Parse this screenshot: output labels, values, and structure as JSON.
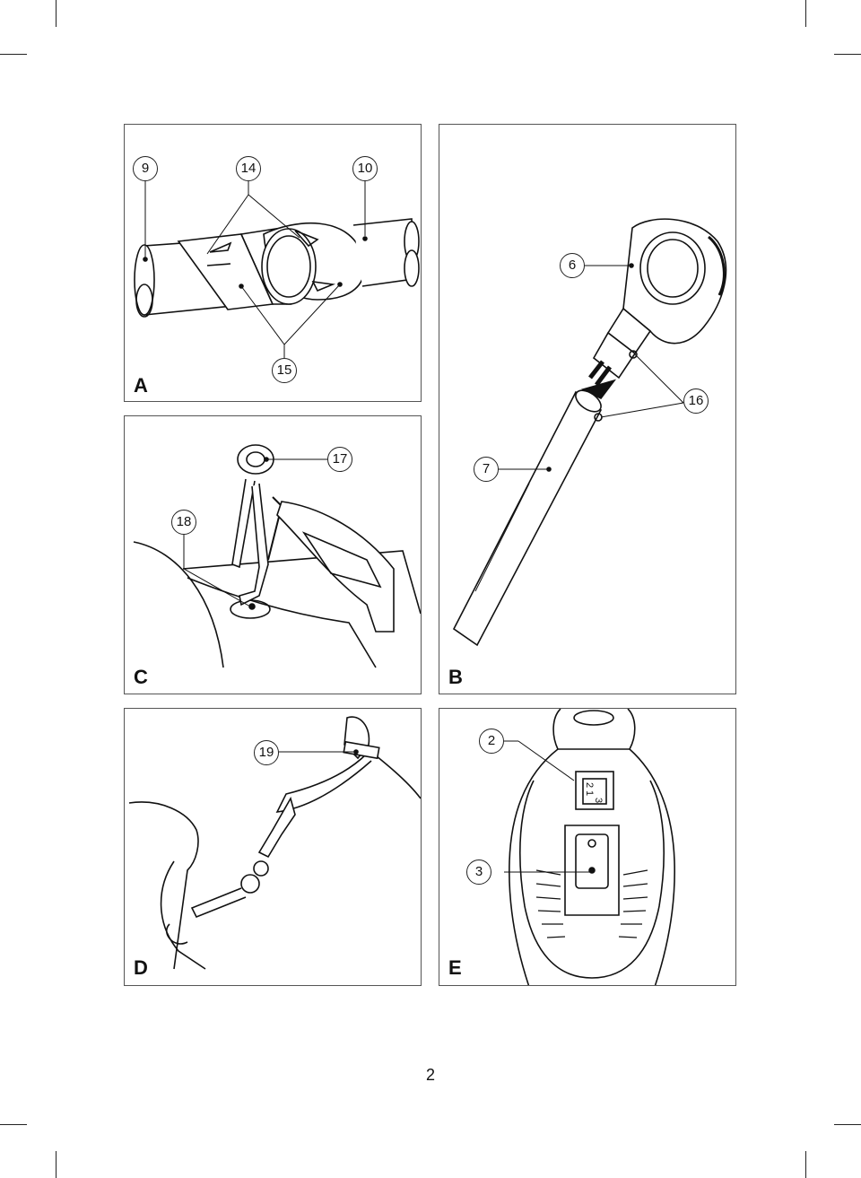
{
  "panels": {
    "a": {
      "label": "A",
      "callouts": {
        "c9": "9",
        "c14": "14",
        "c10": "10",
        "c15": "15"
      }
    },
    "b": {
      "label": "B",
      "callouts": {
        "c6": "6",
        "c16": "16",
        "c7": "7"
      }
    },
    "c": {
      "label": "C",
      "callouts": {
        "c17": "17",
        "c18": "18"
      }
    },
    "d": {
      "label": "D",
      "callouts": {
        "c19": "19"
      }
    },
    "e": {
      "label": "E",
      "callouts": {
        "c2": "2",
        "c3": "3"
      },
      "switch_marks": [
        "2",
        "1",
        "3"
      ]
    }
  },
  "page": {
    "number": "2"
  }
}
